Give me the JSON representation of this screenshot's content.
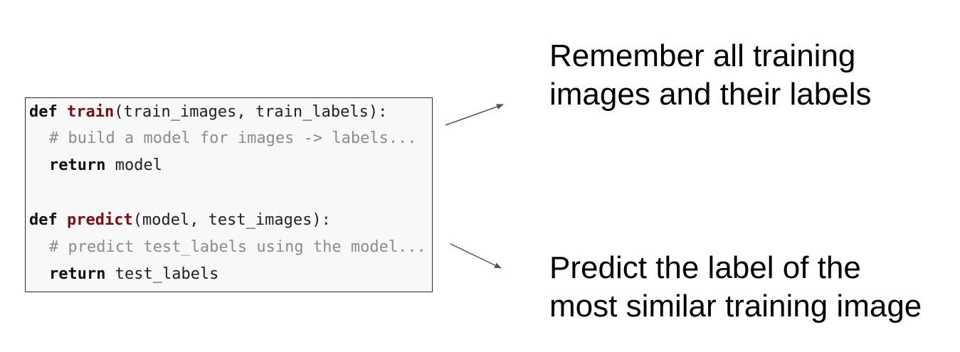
{
  "code": {
    "train_def": {
      "kw": "def",
      "name": "train",
      "args": "(train_images, train_labels):"
    },
    "train_comment": "# build a model for images -> labels...",
    "train_return": {
      "kw": "return",
      "value": " model"
    },
    "predict_def": {
      "kw": "def",
      "name": "predict",
      "args": "(model, test_images):"
    },
    "predict_comment": "# predict test_labels using the model...",
    "predict_return": {
      "kw": "return",
      "value": " test_labels"
    }
  },
  "annotations": {
    "train": [
      "Remember all training",
      "images and their labels"
    ],
    "predict": [
      "Predict the label of the",
      "most similar training image"
    ]
  },
  "colors": {
    "function_name": "#7a0f12",
    "comment": "#8c8c8c",
    "arrow": "#555555"
  }
}
